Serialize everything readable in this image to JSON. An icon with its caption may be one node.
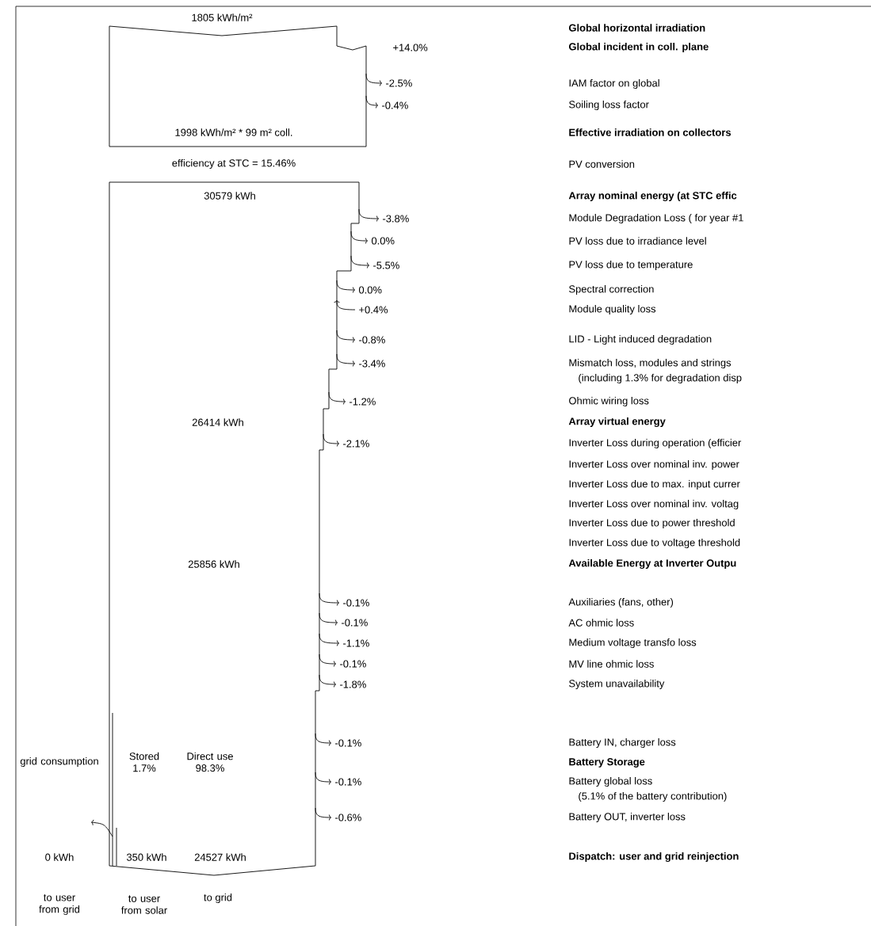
{
  "diagram": {
    "labels": [
      "1805 kWh/m²",
      "Global horizontal irradiation",
      "+14.0%",
      "Global incident in coll. plane",
      "-2.5%",
      "IAM factor on global",
      "-0.4%",
      "Soiling loss factor",
      "1998 kWh/m² * 99 m² coll.",
      "Effective irradiation on collectors",
      "efficiency at STC = 15.46%",
      "PV conversion",
      "30579 kWh",
      "Array nominal energy (at STC effic",
      "-3.8%",
      "Module Degradation Loss ( for year #1",
      "0.0%",
      "PV loss due to irradiance level",
      "-5.5%",
      "PV loss due to temperature",
      "0.0%",
      "Spectral correction",
      "+0.4%",
      "Module quality loss",
      "-0.8%",
      "LID - Light induced degradation",
      "-3.4%",
      "Mismatch loss, modules and strings",
      "(including 1.3% for degradation disp",
      "-1.2%",
      "Ohmic wiring loss",
      "26414 kWh",
      "Array virtual energy",
      "-2.1%",
      "Inverter Loss during operation (efficier",
      "Inverter Loss over nominal inv. power",
      "Inverter Loss due to max. input currer",
      "Inverter Loss over nominal inv. voltag",
      "Inverter Loss due to power threshold",
      "Inverter Loss due to voltage threshold",
      "25856 kWh",
      "Available Energy at Inverter Outpu",
      "-0.1%",
      "Auxiliaries (fans, other)",
      "-0.1%",
      "AC ohmic loss",
      "-1.1%",
      "Medium voltage transfo loss",
      "-0.1%",
      "MV line ohmic loss",
      "-1.8%",
      "System unavailability",
      "-0.1%",
      "Battery IN, charger loss",
      "grid consumption",
      "Stored 1.7%",
      "Direct use 98.3%",
      "Battery Storage",
      "-0.1%",
      "Battery global loss",
      "(5.1% of the battery contribution)",
      "-0.6%",
      "Battery OUT, inverter loss",
      "0 kWh",
      "350 kWh",
      "24527 kWh",
      "Dispatch: user and grid reinjection",
      "to user from grid",
      "to user from solar",
      "to grid"
    ]
  }
}
